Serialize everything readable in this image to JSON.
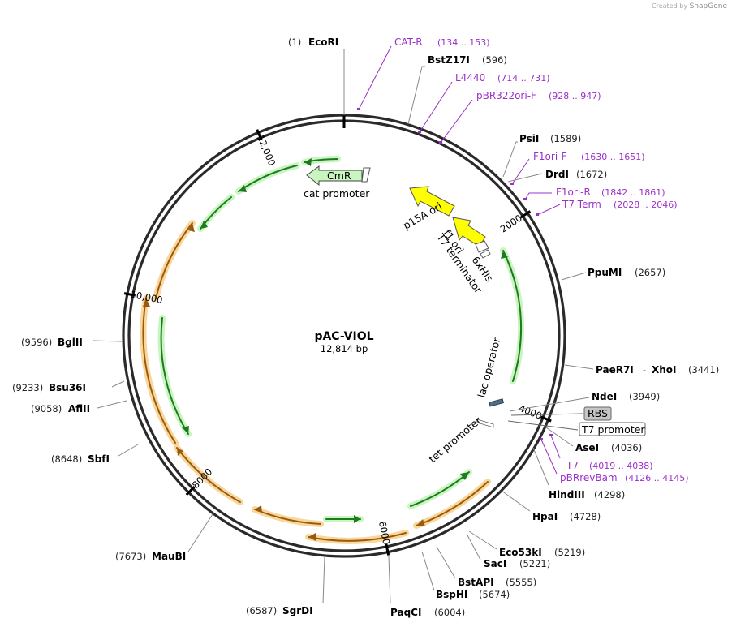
{
  "credit": {
    "prefix": "Created by",
    "brand": "SnapGene"
  },
  "plasmid": {
    "name": "pAC-VIOL",
    "size_label": "12,814 bp",
    "length": 12814
  },
  "ticks": [
    {
      "label": "2000",
      "pos": 2000
    },
    {
      "label": "4000",
      "pos": 4000
    },
    {
      "label": "6000",
      "pos": 6000
    },
    {
      "label": "8000",
      "pos": 8000
    },
    {
      "label": "10,000",
      "pos": 10000
    },
    {
      "label": "12,000",
      "pos": 12000
    }
  ],
  "enzymes": [
    {
      "name": "EcoRI",
      "pos_label": "(1)",
      "site": 1
    },
    {
      "name": "BstZ17I",
      "pos_label": "(596)",
      "site": 596
    },
    {
      "name": "PsiI",
      "pos_label": "(1589)",
      "site": 1589
    },
    {
      "name": "DrdI",
      "pos_label": "(1672)",
      "site": 1672
    },
    {
      "name": "PpuMI",
      "pos_label": "(2657)",
      "site": 2657
    },
    {
      "name": "PaeR7I",
      "name2": "XhoI",
      "pos_label": "(3441)",
      "site": 3441
    },
    {
      "name": "NdeI",
      "pos_label": "(3949)",
      "site": 3949
    },
    {
      "name": "AseI",
      "pos_label": "(4036)",
      "site": 4036
    },
    {
      "name": "HindIII",
      "pos_label": "(4298)",
      "site": 4298
    },
    {
      "name": "HpaI",
      "pos_label": "(4728)",
      "site": 4728
    },
    {
      "name": "Eco53kI",
      "pos_label": "(5219)",
      "site": 5219
    },
    {
      "name": "SacI",
      "pos_label": "(5221)",
      "site": 5221
    },
    {
      "name": "BstAPI",
      "pos_label": "(5555)",
      "site": 5555
    },
    {
      "name": "BspHI",
      "pos_label": "(5674)",
      "site": 5674
    },
    {
      "name": "PaqCI",
      "pos_label": "(6004)",
      "site": 6004
    },
    {
      "name": "SgrDI",
      "pos_label": "(6587)",
      "site": 6587
    },
    {
      "name": "MauBI",
      "pos_label": "(7673)",
      "site": 7673
    },
    {
      "name": "SbfI",
      "pos_label": "(8648)",
      "site": 8648
    },
    {
      "name": "AflII",
      "pos_label": "(9058)",
      "site": 9058
    },
    {
      "name": "Bsu36I",
      "pos_label": "(9233)",
      "site": 9233
    },
    {
      "name": "BglII",
      "pos_label": "(9596)",
      "site": 9596
    }
  ],
  "primers": [
    {
      "name": "CAT-R",
      "range": "(134 .. 153)",
      "site": 143
    },
    {
      "name": "L4440",
      "range": "(714 .. 731)",
      "site": 722
    },
    {
      "name": "pBR322ori-F",
      "range": "(928 .. 947)",
      "site": 937
    },
    {
      "name": "F1ori-F",
      "range": "(1630 .. 1651)",
      "site": 1640
    },
    {
      "name": "F1ori-R",
      "range": "(1842 .. 1861)",
      "site": 1851
    },
    {
      "name": "T7 Term",
      "range": "(2028 .. 2046)",
      "site": 2037
    },
    {
      "name": "T7",
      "range": "(4019 .. 4038)",
      "site": 4028
    },
    {
      "name": "pBRrevBam",
      "range": "(4126 .. 4145)",
      "site": 4135
    }
  ],
  "boxed_features": [
    {
      "name": "RBS",
      "site": 3935
    },
    {
      "name": "T7 promoter",
      "site": 3985
    }
  ],
  "inner_features": {
    "cmr": "CmR",
    "cat_promoter": "cat promoter",
    "p15a_ori": "p15A ori",
    "f1_ori": "f1 ori",
    "t7_terminator": "T7 terminator",
    "his_tag": "6xHis",
    "lac_operator": "lac operator",
    "tet_promoter": "tet promoter"
  },
  "colors": {
    "primer": "#9b30c8",
    "cds_green_fill": "#c8f5c0",
    "cds_green_stroke": "#1f7a1f",
    "cds_orange_fill": "#f9d79a",
    "cds_orange_stroke": "#9a5a0e",
    "ori_yellow": "#ffff00",
    "rbs_box": "#c6c6c6"
  }
}
